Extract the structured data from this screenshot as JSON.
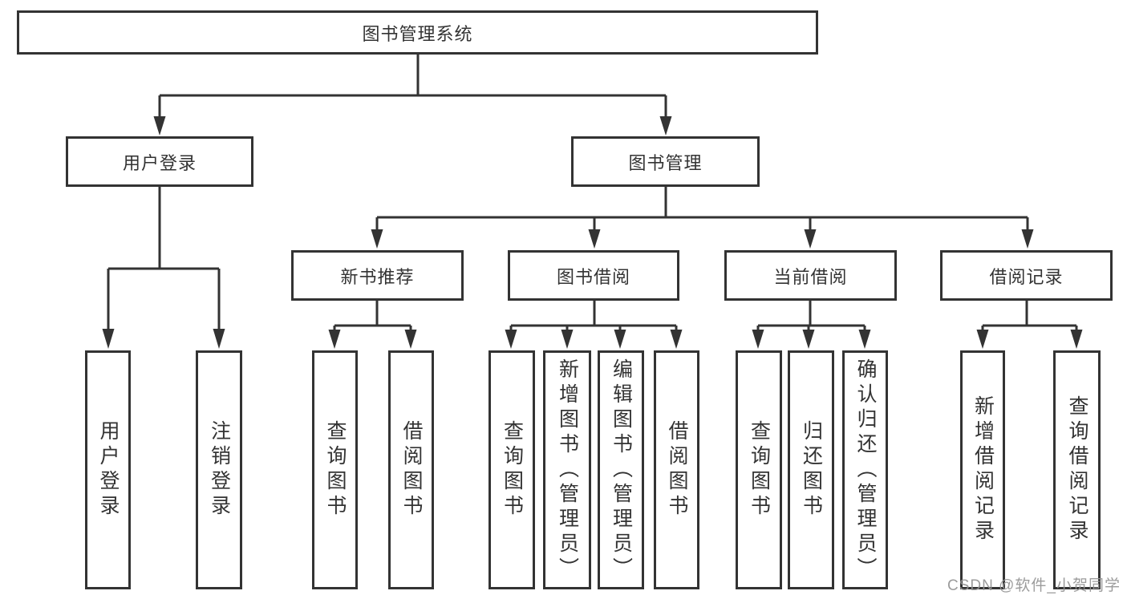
{
  "diagram": {
    "title_note": "functional structure chart",
    "root": {
      "label": "图书管理系统"
    },
    "branches": [
      {
        "label": "用户登录",
        "children": [
          {
            "label": "用户登录"
          },
          {
            "label": "注销登录"
          }
        ]
      },
      {
        "label": "图书管理",
        "children": [
          {
            "label": "新书推荐",
            "children": [
              {
                "label": "查询图书"
              },
              {
                "label": "借阅图书"
              }
            ]
          },
          {
            "label": "图书借阅",
            "children": [
              {
                "label": "查询图书"
              },
              {
                "label": "新增图书（管理员）"
              },
              {
                "label": "编辑图书（管理员）"
              },
              {
                "label": "借阅图书"
              }
            ]
          },
          {
            "label": "当前借阅",
            "children": [
              {
                "label": "查询图书"
              },
              {
                "label": "归还图书"
              },
              {
                "label": "确认归还（管理员）"
              }
            ]
          },
          {
            "label": "借阅记录",
            "children": [
              {
                "label": "新增借阅记录"
              },
              {
                "label": "查询借阅记录"
              }
            ]
          }
        ]
      }
    ]
  },
  "watermark": "CSDN @软件_小贺同学",
  "colors": {
    "line": "#333333",
    "text": "#333333",
    "background": "#ffffff",
    "watermark": "#949494"
  }
}
